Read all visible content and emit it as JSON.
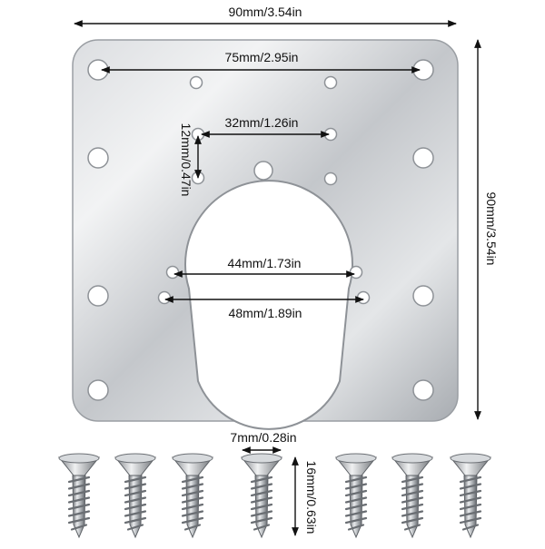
{
  "dimensions": {
    "plate_width": "90mm/3.54in",
    "plate_height": "90mm/3.54in",
    "outer_hole_spacing": "75mm/2.95in",
    "upper_hole_spacing_h": "32mm/1.26in",
    "upper_hole_spacing_v": "12mm/0.47in",
    "inner_hole_spacing": "44mm/1.73in",
    "lower_hole_spacing": "48mm/1.89in",
    "screw_head_diameter": "7mm/0.28in",
    "screw_length": "16mm/0.63in"
  },
  "screws": {
    "count": 7
  },
  "colors": {
    "plate_light": "#e6e8ea",
    "plate_mid": "#b9bcc0",
    "plate_dark": "#8e9297",
    "plate_edge": "#9a9ea3",
    "dimension_ink": "#111111",
    "background": "#ffffff"
  }
}
